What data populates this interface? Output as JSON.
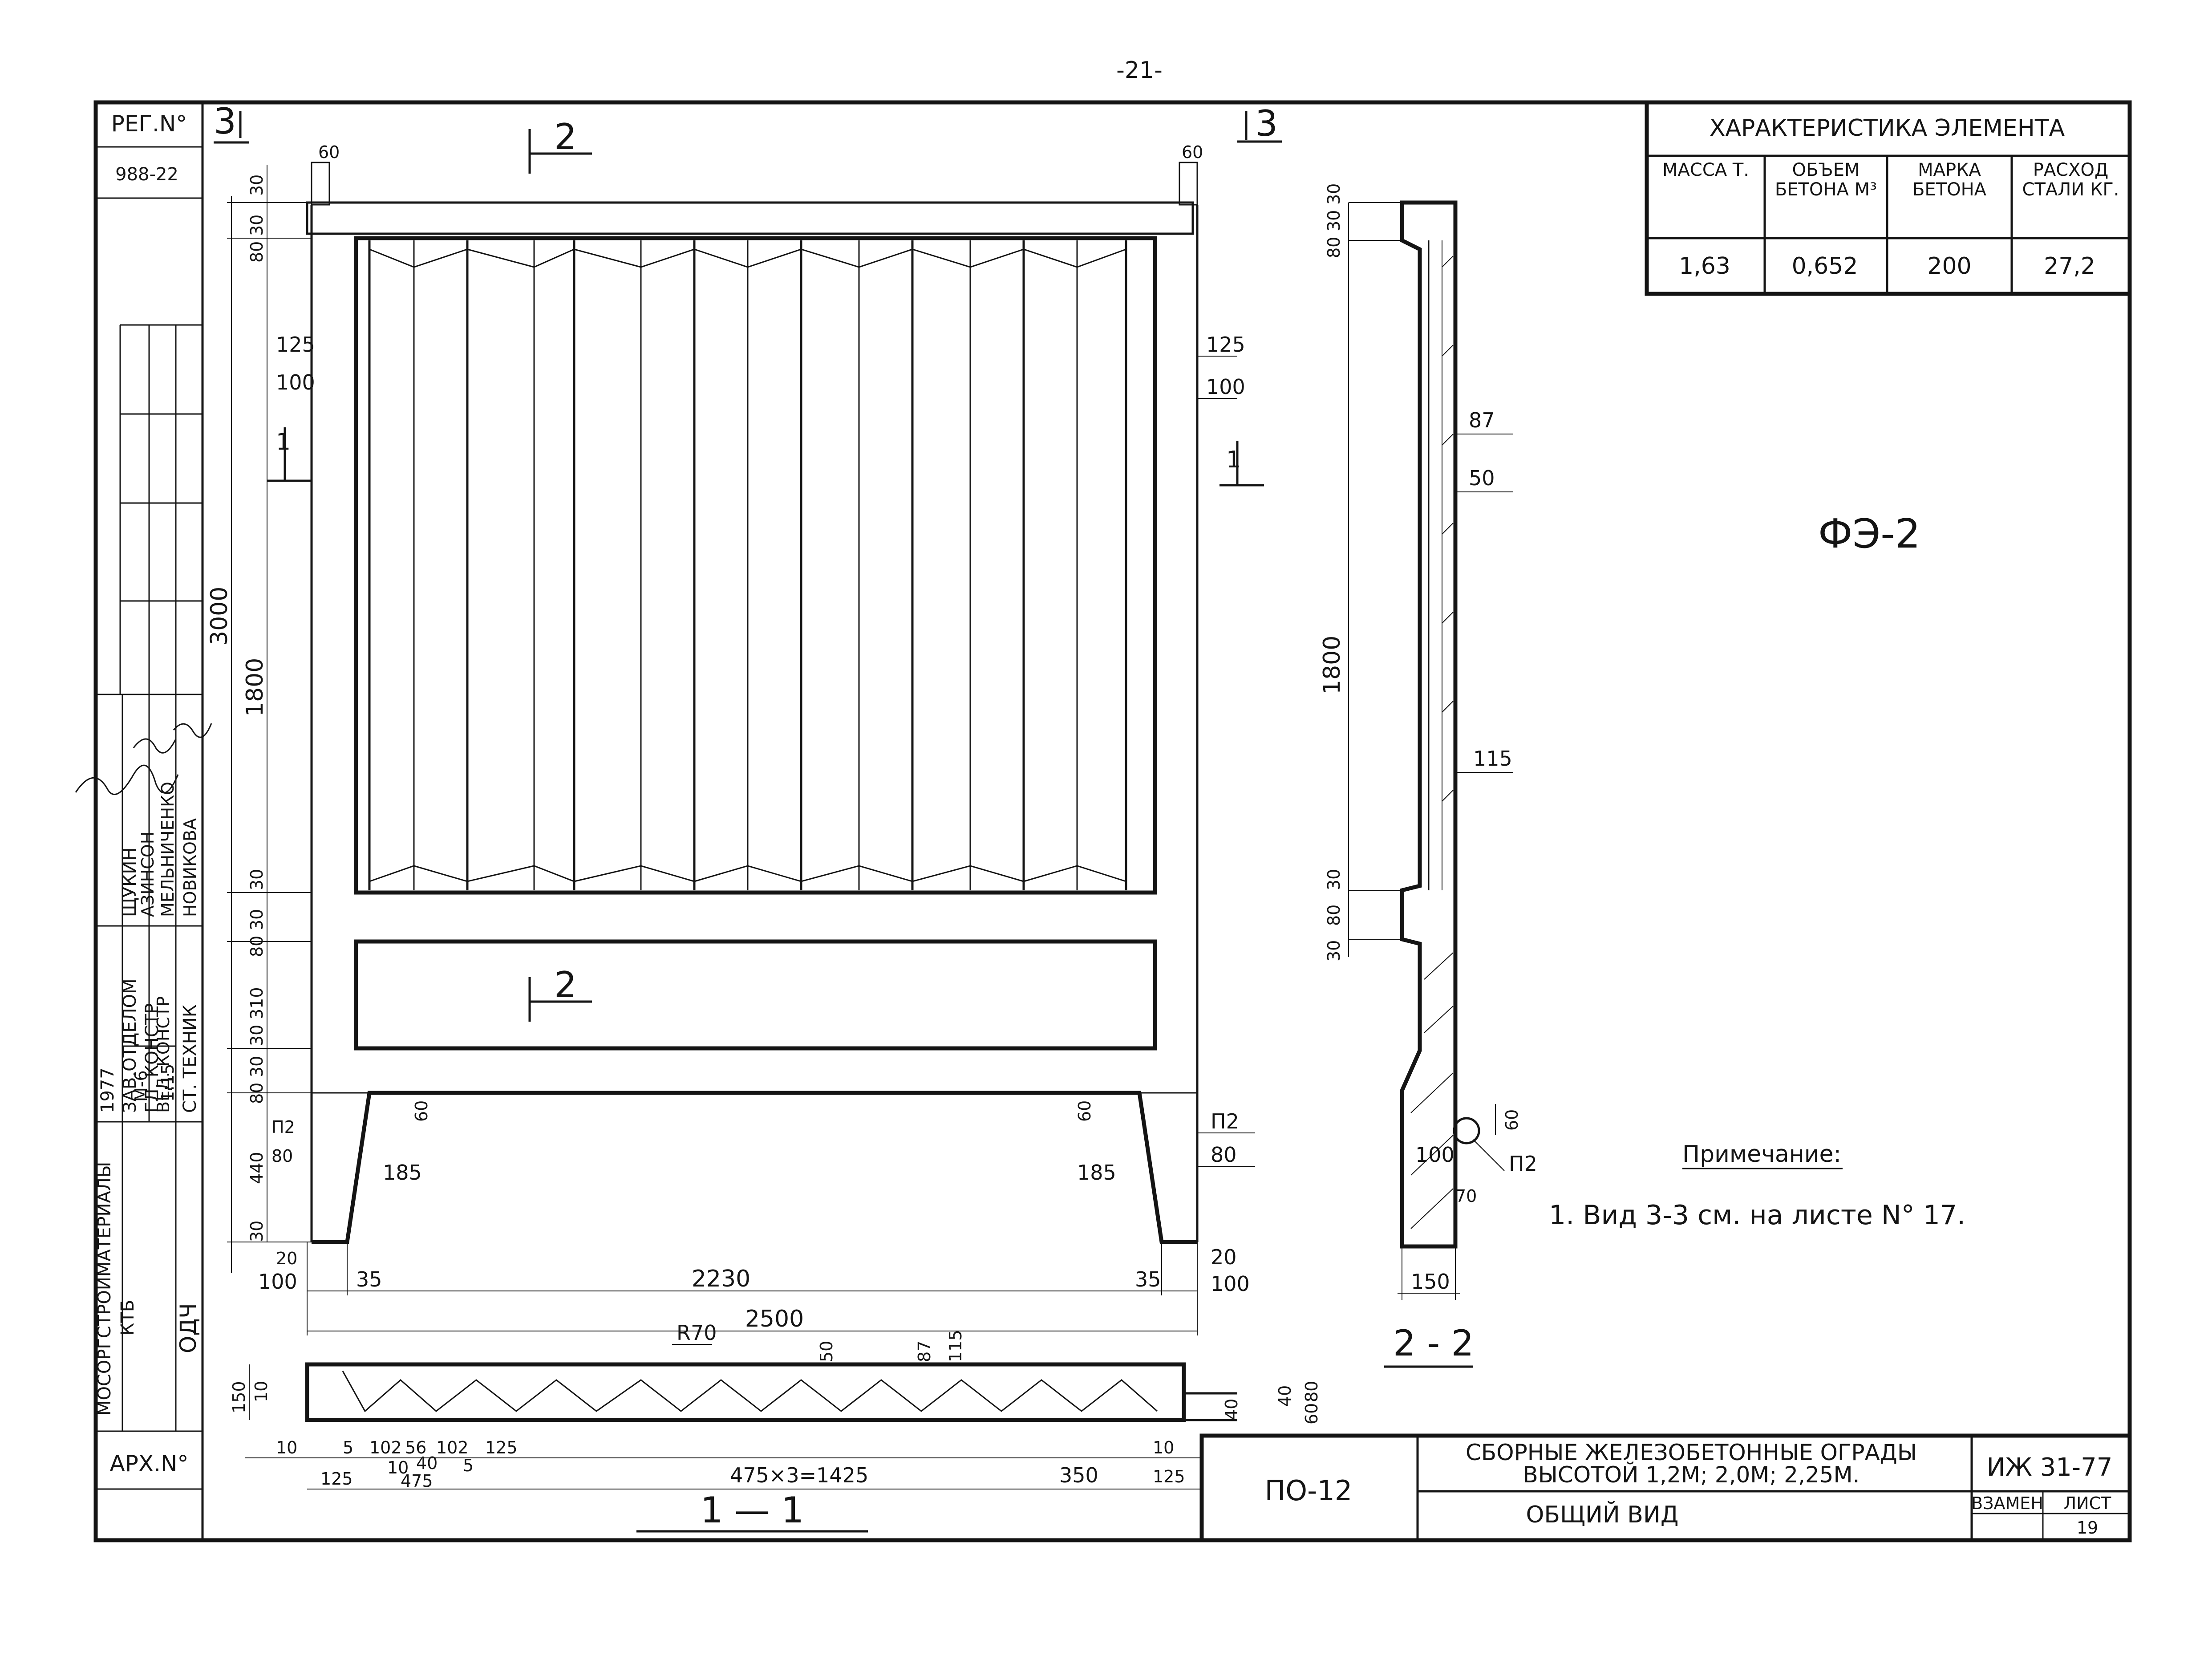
{
  "page_number": "-21-",
  "left_strip": {
    "reg_label": "РЕГ.N°",
    "reg_value": "988-22",
    "org": "МОСОРГСТРОЙМАТЕРИАЛЫ",
    "org_sub": "КТБ",
    "year": "1977",
    "dept": "ОДЧ",
    "scale": "1:15",
    "sheet_code": "М-6",
    "roles": [
      "ЗАВ.ОТДЕЛОМ",
      "ГЛ. КОНСТР",
      "ВЕД. КОНСТР",
      "СТ. ТЕХНИК"
    ],
    "names": [
      "ЩУКИН",
      "АЗИНСОН",
      "МЕЛЬНИЧЕНКО",
      "НОВИКОВА"
    ],
    "arch_label": "АРХ.N°"
  },
  "views": {
    "main": {
      "section_marks": {
        "s3_left": "3",
        "s3_right": "3",
        "s2_top": "2",
        "s2_mid": "2",
        "s1_left": "1",
        "s1_right": "1"
      },
      "dims_left": [
        "30",
        "30",
        "80",
        "125",
        "100",
        "3000",
        "1800",
        "30",
        "30",
        "80",
        "310",
        "30",
        "30",
        "80",
        "440",
        "30",
        "П2",
        "80",
        "20",
        "100"
      ],
      "dims_right": [
        "125",
        "100",
        "П2",
        "80",
        "20",
        "100"
      ],
      "top_small": [
        "60",
        "60"
      ],
      "dims_bottom": [
        "35",
        "2230",
        "35",
        "2500"
      ],
      "leg_labels": [
        "60",
        "185",
        "60",
        "185"
      ]
    },
    "section_2_2": {
      "title": "2 - 2",
      "dims": [
        "30",
        "30",
        "80",
        "87",
        "50",
        "1800",
        "115",
        "30",
        "80",
        "30",
        "60",
        "100",
        "П2",
        "70",
        "150"
      ]
    },
    "section_1_1": {
      "title": "1 — 1",
      "dims_top": [
        "R70",
        "50",
        "87",
        "115"
      ],
      "dims_left": [
        "150",
        "10"
      ],
      "dims_right": [
        "40",
        "40",
        "80",
        "60"
      ],
      "dims_bottom": [
        "10",
        "5",
        "102",
        "56",
        "102",
        "125",
        "125",
        "10",
        "40",
        "475",
        "5",
        "475×3=1425",
        "350",
        "10",
        "125"
      ]
    }
  },
  "char_table": {
    "title": "ХАРАКТЕРИСТИКА ЭЛЕМЕНТА",
    "headers": [
      "МАССА Т.",
      "ОБЪЕМ БЕТОНА М³",
      "МАРКА БЕТОНА",
      "РАСХОД СТАЛИ КГ."
    ],
    "values": [
      "1,63",
      "0,652",
      "200",
      "27,2"
    ]
  },
  "element_mark": "ФЭ-2",
  "note": {
    "title": "Примечание:",
    "text": "1. Вид 3-3 см. на листе N° 17."
  },
  "title_block": {
    "mark": "ПО-12",
    "title_line1": "СБОРНЫЕ ЖЕЛЕЗОБЕТОННЫЕ ОГРАДЫ",
    "title_line2": "ВЫСОТОЙ 1,2М; 2,0М; 2,25М.",
    "subtitle": "ОБЩИЙ ВИД",
    "doc_code": "ИЖ 31-77",
    "replace_label": "ВЗАМЕН",
    "sheet_label": "ЛИСТ",
    "sheet_number": "19"
  }
}
